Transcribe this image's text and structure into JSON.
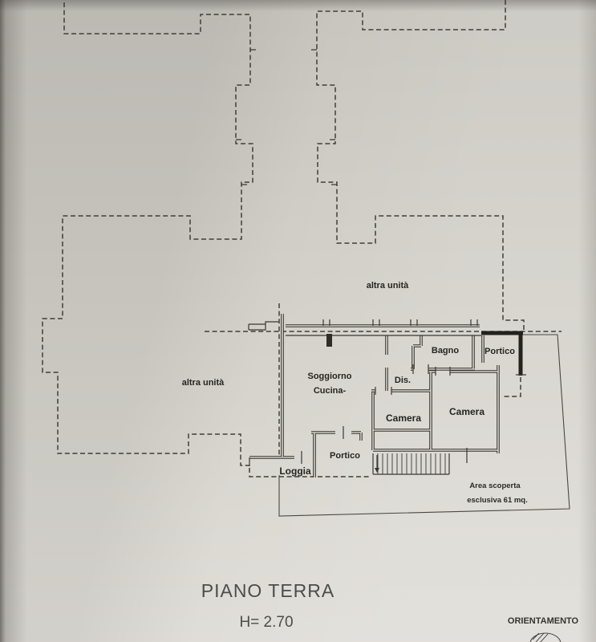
{
  "plan": {
    "adjacent": {
      "top": "altra unità",
      "left": "altra unità"
    },
    "rooms": {
      "soggiorno_line1": "Soggiorno",
      "soggiorno_line2": "Cucina-",
      "bagno": "Bagno",
      "portico_top": "Portico",
      "dis": "Dis.",
      "camera_small": "Camera",
      "camera_large": "Camera",
      "portico_bottom": "Portico",
      "loggia": "Loggia"
    },
    "outdoor": {
      "line1": "Area scoperta",
      "line2": "esclusiva 61 mq."
    }
  },
  "captions": {
    "floor_title": "PIANO TERRA",
    "height": "H= 2.70",
    "orientation": "ORIENTAMENTO"
  },
  "colors": {
    "paper": "#d7d4cd",
    "ink": "#2c2b29",
    "caption_ink": "#4e4c48"
  }
}
